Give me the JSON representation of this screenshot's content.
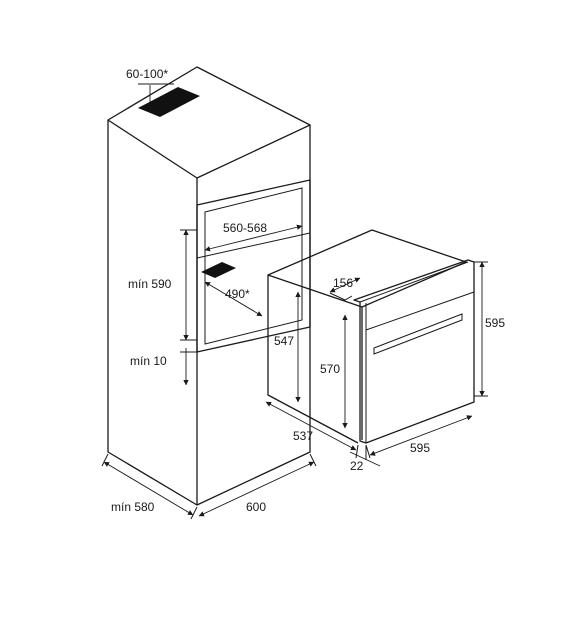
{
  "labels": {
    "vent_gap": "60-100*",
    "niche_width": "560-568",
    "niche_height_min": "mín 590",
    "vent_depth": "490*",
    "base_gap_min": "mín 10",
    "cabinet_depth_min": "mín 580",
    "cabinet_width": "600",
    "oven_body_height": "547",
    "oven_body_depth": "537",
    "oven_front_depth": "156",
    "oven_side_height": "570",
    "oven_front_height": "595",
    "oven_front_width": "595",
    "oven_door_thickness": "22"
  },
  "colors": {
    "line": "#1a1a1a",
    "vent": "#111111",
    "background": "#ffffff"
  }
}
